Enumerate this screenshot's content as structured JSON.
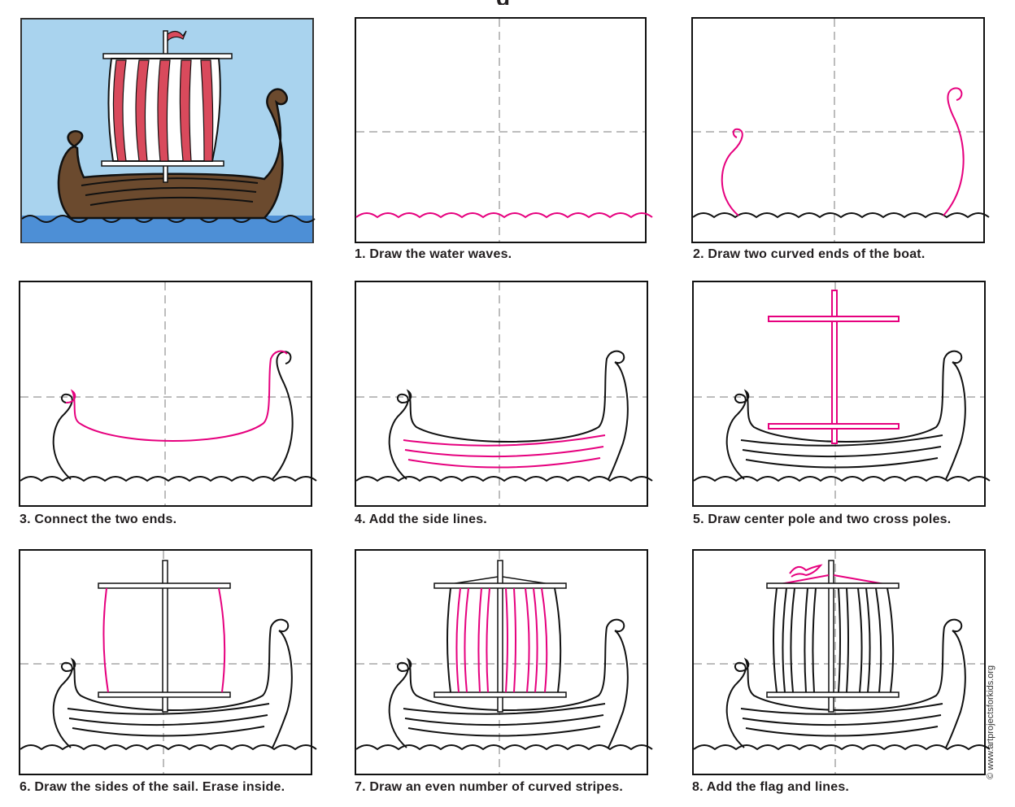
{
  "header": {
    "partial_title": "g"
  },
  "steps": [
    {
      "label": "1. Draw the water waves."
    },
    {
      "label": "2. Draw two curved ends of the boat."
    },
    {
      "label": "3. Connect the two ends."
    },
    {
      "label": "4. Add the side lines."
    },
    {
      "label": "5. Draw center pole and two cross poles."
    },
    {
      "label": "6. Draw the sides of the sail. Erase inside."
    },
    {
      "label": "7. Draw an even number of curved stripes."
    },
    {
      "label": "8. Add the flag and lines."
    }
  ],
  "credit": "© www.artprojectsforkids.org",
  "colors": {
    "highlight": "#e6007e",
    "ink": "#111111",
    "guide": "#bdbdbd",
    "sky": "#a9d3ee",
    "sea": "#4d8fd6",
    "hull": "#6b4a2e",
    "sail_stripe": "#d94a5c"
  }
}
